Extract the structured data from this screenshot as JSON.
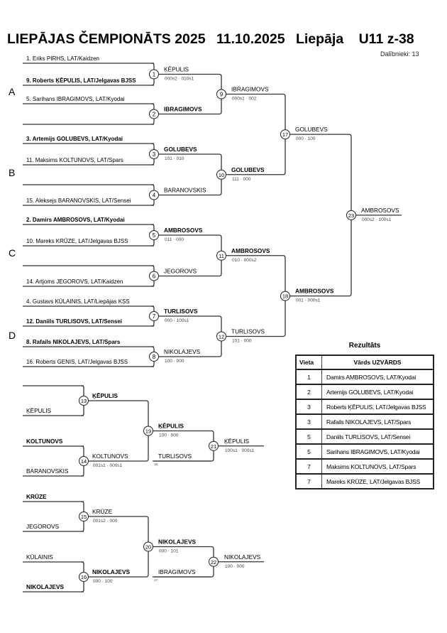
{
  "header": {
    "title_parts": [
      "LIEPĀJAS ČEMPIONĀTS 2025",
      "11.10.2025",
      "Liepāja",
      "U11 z-38"
    ],
    "participants": "Dalībnieki: 13"
  },
  "groups": [
    "A",
    "B",
    "C",
    "D"
  ],
  "entrants": [
    {
      "label": "1. Eriks PIRHS, LAT/Kaidzen",
      "bold": false
    },
    {
      "label": "9. Roberts ĶĒPULIS, LAT/Jelgavas BJSS",
      "bold": true
    },
    {
      "label": "5. Sarihans IBRAGIMOVS, LAT/Kyodai",
      "bold": false
    },
    {
      "label": "",
      "bold": false
    },
    {
      "label": "3. Artemijs GOLUBEVS, LAT/Kyodai",
      "bold": true
    },
    {
      "label": "11. Maksims KOLTUNOVS, LAT/Spars",
      "bold": false
    },
    {
      "label": "",
      "bold": false
    },
    {
      "label": "15. Aleksejs BARANOVSKIS, LAT/Sensei",
      "bold": false
    },
    {
      "label": "2. Damirs AMBROSOVS, LAT/Kyodai",
      "bold": true
    },
    {
      "label": "10. Mareks KRŪZE, LAT/Jelgavas BJSS",
      "bold": false
    },
    {
      "label": "",
      "bold": false
    },
    {
      "label": "14. Artjoms JEGOROVS, LAT/Kaidzen",
      "bold": false
    },
    {
      "label": "4. Gustavs KŪLAINIS, LAT/Liepājas KSS",
      "bold": false
    },
    {
      "label": "12. Daniils TURLISOVS, LAT/Sensei",
      "bold": true
    },
    {
      "label": "8. Rafails NIKOLAJEVS, LAT/Spars",
      "bold": true
    },
    {
      "label": "16. Roberts GENIS, LAT/Jelgavas BJSS",
      "bold": false
    }
  ],
  "matches": [
    {
      "no": "1",
      "winner": "ĶĒPULIS",
      "bold": false,
      "score": "000s2 · 010s1"
    },
    {
      "no": "2",
      "winner": "IBRAGIMOVS",
      "bold": true,
      "score": ""
    },
    {
      "no": "3",
      "winner": "GOLUBEVS",
      "bold": true,
      "score": "101 · 010"
    },
    {
      "no": "4",
      "winner": "BARANOVSKIS",
      "bold": false,
      "score": ""
    },
    {
      "no": "5",
      "winner": "AMBROSOVS",
      "bold": true,
      "score": "011 · 000"
    },
    {
      "no": "6",
      "winner": "JEGOROVS",
      "bold": false,
      "score": ""
    },
    {
      "no": "7",
      "winner": "TURLISOVS",
      "bold": true,
      "score": "000 · 100s1"
    },
    {
      "no": "8",
      "winner": "NIKOLAJEVS",
      "bold": false,
      "score": "100 · 000"
    },
    {
      "no": "9",
      "winner": "IBRAGIMOVS",
      "bold": false,
      "score": "000s1 · 002"
    },
    {
      "no": "10",
      "winner": "GOLUBEVS",
      "bold": true,
      "score": "111 · 000"
    },
    {
      "no": "11",
      "winner": "AMBROSOVS",
      "bold": true,
      "score": "010 · 000s2"
    },
    {
      "no": "12",
      "winner": "TURLISOVS",
      "bold": false,
      "score": "101 · 000"
    },
    {
      "no": "17",
      "winner": "GOLUBEVS",
      "bold": false,
      "score": "000 · 100"
    },
    {
      "no": "18",
      "winner": "AMBROSOVS",
      "bold": true,
      "score": "001 · 000s1"
    },
    {
      "no": "23",
      "winner": "AMBROSOVS",
      "bold": false,
      "score": "000s2 · 100s1"
    }
  ],
  "repechage": [
    {
      "entrants": [
        {
          "label": "",
          "bold": false
        },
        {
          "label": "ĶĒPULIS",
          "bold": false
        },
        {
          "label": "KOLTUNOVS",
          "bold": true
        },
        {
          "label": "BARANOVSKIS",
          "bold": false
        }
      ],
      "m1": {
        "no": "13",
        "winner": "ĶĒPULIS",
        "bold": true,
        "score": ""
      },
      "m2": {
        "no": "14",
        "winner": "KOLTUNOVS",
        "bold": false,
        "score": "001s1 · 000s1"
      },
      "m3": {
        "no": "19",
        "winner": "ĶĒPULIS",
        "bold": true,
        "score": "100 · 000"
      },
      "cross": {
        "name": "TURLISOVS",
        "from": "18"
      },
      "final": {
        "no": "21",
        "winner": "ĶĒPULIS",
        "bold": false,
        "score": "100s1 · 000s1"
      }
    },
    {
      "entrants": [
        {
          "label": "KRŪZE",
          "bold": true
        },
        {
          "label": "JEGOROVS",
          "bold": false
        },
        {
          "label": "KŪLAINIS",
          "bold": false
        },
        {
          "label": "NIKOLAJEVS",
          "bold": true
        }
      ],
      "m1": {
        "no": "15",
        "winner": "KRŪZE",
        "bold": false,
        "score": "001s2 · 000"
      },
      "m2": {
        "no": "16",
        "winner": "NIKOLAJEVS",
        "bold": true,
        "score": "000 · 100"
      },
      "m3": {
        "no": "20",
        "winner": "NIKOLAJEVS",
        "bold": true,
        "score": "000 · 101"
      },
      "cross": {
        "name": "IBRAGIMOVS",
        "from": "17"
      },
      "final": {
        "no": "22",
        "winner": "NIKOLAJEVS",
        "bold": false,
        "score": "100 · 000"
      }
    }
  ],
  "results": {
    "title": "Rezultāts",
    "columns": [
      "Vieta",
      "Vārds UZVĀRDS"
    ],
    "rows": [
      {
        "place": "1",
        "name": "Damirs AMBROSOVS, LAT/Kyodai"
      },
      {
        "place": "2",
        "name": "Artemijs GOLUBEVS, LAT/Kyodai"
      },
      {
        "place": "3",
        "name": "Roberts ĶĒPULIS, LAT/Jelgavas BJSS"
      },
      {
        "place": "3",
        "name": "Rafails NIKOLAJEVS, LAT/Spars"
      },
      {
        "place": "5",
        "name": "Daniils TURLISOVS, LAT/Sensei"
      },
      {
        "place": "5",
        "name": "Sarihans IBRAGIMOVS, LAT/Kyodai"
      },
      {
        "place": "7",
        "name": "Maksims KOLTUNOVS, LAT/Spars"
      },
      {
        "place": "7",
        "name": "Mareks KRŪZE, LAT/Jelgavas BJSS"
      }
    ]
  },
  "colors": {
    "line": "#333333",
    "text": "#000000",
    "score": "#444444"
  }
}
